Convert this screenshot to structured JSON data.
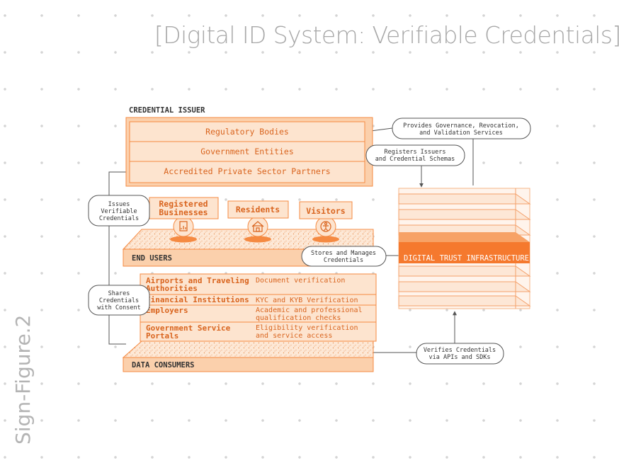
{
  "title": "[Digital ID System: Verifiable Credentials]",
  "side_label": "Sign-Figure.2",
  "colors": {
    "accent": "#f58a42",
    "accent_dark": "#e8702a",
    "fill_light": "#fde4cf",
    "fill_mid": "#fbd0ac",
    "text": "#d9641e",
    "callout_border": "#555555"
  },
  "issuer": {
    "header": "CREDENTIAL ISSUER",
    "rows": [
      "Regulatory Bodies",
      "Government Entities",
      "Accredited Private Sector Partners"
    ]
  },
  "end_users": {
    "header": "END USERS",
    "groups": [
      {
        "label_line1": "Registered",
        "label_line2": "Businesses",
        "icon": "document-chart-icon"
      },
      {
        "label_line1": "Residents",
        "label_line2": "",
        "icon": "house-icon"
      },
      {
        "label_line1": "Visitors",
        "label_line2": "",
        "icon": "person-icon"
      }
    ]
  },
  "consumers": {
    "header": "DATA CONSUMERS",
    "rows": [
      {
        "name_line1": "Airports and Traveling",
        "name_line2": "Authorities",
        "desc_line1": "Document verification",
        "desc_line2": ""
      },
      {
        "name_line1": "Financial Institutions",
        "name_line2": "",
        "desc_line1": "KYC and KYB Verification",
        "desc_line2": ""
      },
      {
        "name_line1": "Employers",
        "name_line2": "",
        "desc_line1": "Academic and professional",
        "desc_line2": "qualification checks"
      },
      {
        "name_line1": "Government Service",
        "name_line2": "Portals",
        "desc_line1": "Eligibility verification",
        "desc_line2": "and service access"
      }
    ]
  },
  "infrastructure": {
    "label": "DIGITAL TRUST INFRASTRUCTURE"
  },
  "callouts": {
    "governance": {
      "line1": "Provides Governance, Revocation,",
      "line2": "and Validation Services"
    },
    "registers": {
      "line1": "Registers Issuers",
      "line2": "and Credential Schemas"
    },
    "issues": {
      "line1": "Issues",
      "line2": "Verifiable",
      "line3": "Credentials"
    },
    "stores": {
      "line1": "Stores and Manages",
      "line2": "Credentials"
    },
    "shares": {
      "line1": "Shares",
      "line2": "Credentials",
      "line3": "with Consent"
    },
    "verifies": {
      "line1": "Verifies Credentials",
      "line2": "via APIs and SDKs"
    }
  }
}
